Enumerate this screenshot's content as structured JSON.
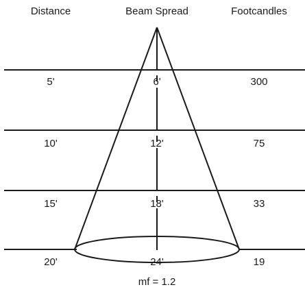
{
  "headers": {
    "distance": "Distance",
    "beam_spread": "Beam Spread",
    "footcandles": "Footcandles"
  },
  "rows": [
    {
      "distance": "5'",
      "beam_spread": "6'",
      "footcandles": "300"
    },
    {
      "distance": "10'",
      "beam_spread": "12'",
      "footcandles": "75"
    },
    {
      "distance": "15'",
      "beam_spread": "18'",
      "footcandles": "33"
    },
    {
      "distance": "20'",
      "beam_spread": "24'",
      "footcandles": "19"
    }
  ],
  "footer": "mf = 1.2",
  "colors": {
    "line": "#1a1a1a",
    "background": "#ffffff"
  }
}
